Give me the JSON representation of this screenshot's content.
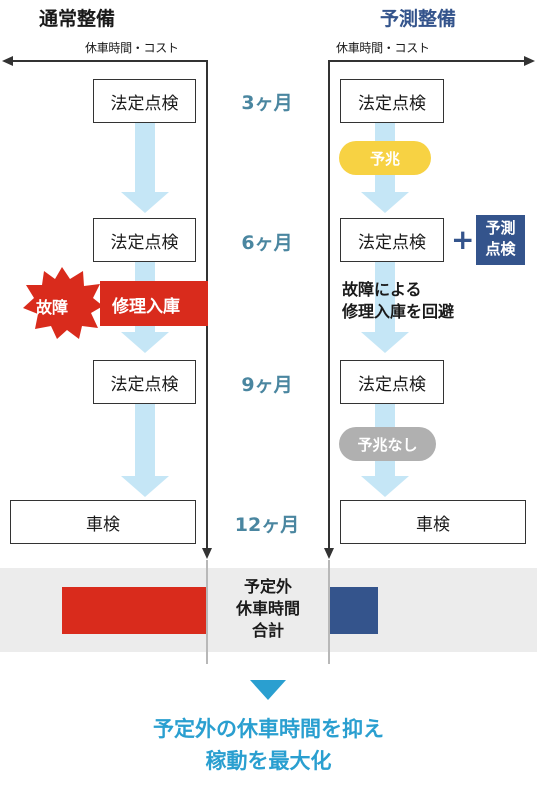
{
  "left": {
    "title": "通常整備",
    "axis_label": "休車時間・コスト",
    "boxes": [
      "法定点検",
      "法定点検",
      "法定点検",
      "車検"
    ],
    "breakdown_label": "故障",
    "repair_label": "修理入庫"
  },
  "right": {
    "title": "予測整備",
    "axis_label": "休車時間・コスト",
    "boxes": [
      "法定点検",
      "法定点検",
      "法定点検",
      "車検"
    ],
    "sign_label": "予兆",
    "plus": "+",
    "predictive_badge": [
      "予測",
      "点検"
    ],
    "note": [
      "故障による",
      "修理入庫を回避"
    ],
    "no_sign_label": "予兆なし"
  },
  "periods": [
    "3ヶ月",
    "6ヶ月",
    "9ヶ月",
    "12ヶ月"
  ],
  "summary": {
    "label": [
      "予定外",
      "休車時間",
      "合計"
    ]
  },
  "conclusion": [
    "予定外の休車時間を抑え",
    "稼動を最大化"
  ],
  "colors": {
    "red": "#d92b1c",
    "navy": "#34548c",
    "teal": "#4a86a0",
    "light_blue": "#c5e6f6",
    "yellow": "#f7d243",
    "gray_pill": "#b0b0b0",
    "band": "#ececec",
    "cyan_marker": "#2a9fd0"
  }
}
